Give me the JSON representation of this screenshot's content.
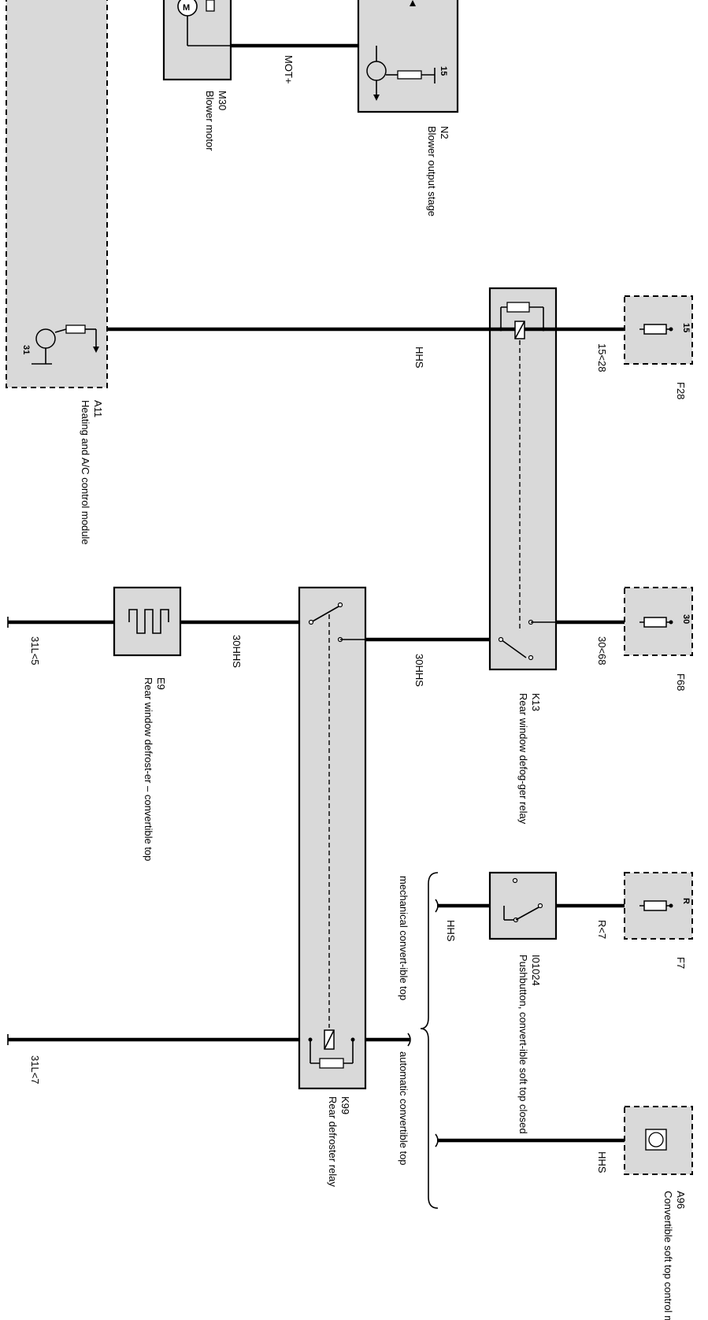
{
  "components": {
    "a11": {
      "id": "A11",
      "name": "Heating and A/C control module",
      "pin": "31"
    },
    "m30": {
      "id": "M30",
      "name": "Blower motor"
    },
    "n2": {
      "id": "N2",
      "name": "Blower output stage",
      "pin": "15"
    },
    "f28": {
      "id": "F28",
      "pin": "15"
    },
    "f68": {
      "id": "F68",
      "pin": "30"
    },
    "f7": {
      "id": "F7",
      "pin": "R"
    },
    "a96": {
      "id": "A96",
      "name": "Convertible soft top control module"
    },
    "k13": {
      "id": "K13",
      "name": "Rear window defog-ger relay"
    },
    "e9": {
      "id": "E9",
      "name": "Rear window defrost-er – convertible top"
    },
    "i01024": {
      "id": "I01024",
      "name": "Pushbutton, convert-ible soft top closed"
    },
    "k99": {
      "id": "K99",
      "name": "Rear defroster relay"
    }
  },
  "wires": {
    "mot_plus": "MOT+",
    "hhs_a11": "HHS",
    "w15_28": "15<28",
    "w30_68": "30<68",
    "w30hhs_k13": "30HHS",
    "w30hhs_e9": "30HHS",
    "w31l5": "31L<5",
    "w31l7": "31L<7",
    "wr7": "R<7",
    "hhs_pushbutton": "HHS",
    "hhs_a96": "HHS"
  },
  "variants": {
    "mechanical": "mechanical convert-ible top",
    "automatic": "automatic convertible top"
  }
}
